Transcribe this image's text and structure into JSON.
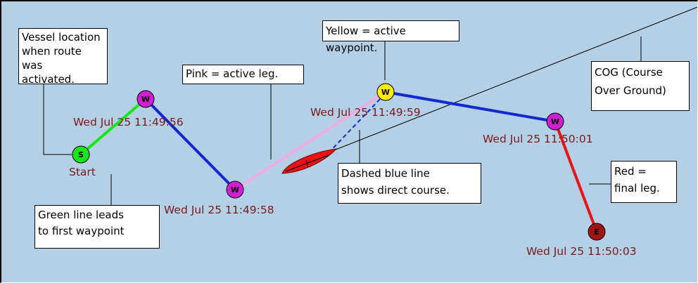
{
  "colors": {
    "water": "#b4d0e6",
    "start_waypoint": "#19e619",
    "waypoint": "#d21ed2",
    "active_waypoint": "#ffeb0a",
    "end_waypoint": "#a01414",
    "green_leg": "#19e619",
    "blue_leg": "#1428d2",
    "pink_leg": "#f0aae6",
    "red_leg": "#e61414",
    "timestamp_text": "#7a1a1a",
    "vessel": "#e61414"
  },
  "waypoints": [
    {
      "letter": "S",
      "role": "start",
      "label": "Start"
    },
    {
      "letter": "W",
      "role": "waypoint",
      "label": "Wed Jul 25 11:49:56"
    },
    {
      "letter": "W",
      "role": "waypoint",
      "label": "Wed Jul 25 11:49:58"
    },
    {
      "letter": "W",
      "role": "active",
      "label": "Wed Jul 25 11:49:59"
    },
    {
      "letter": "W",
      "role": "waypoint",
      "label": "Wed Jul 25 11:50:01"
    },
    {
      "letter": "E",
      "role": "end",
      "label": "Wed Jul 25 11:50:03"
    }
  ],
  "callouts": {
    "vessel_location": "Vessel location\nwhen route was\nactivated.",
    "green_line": "Green line leads\nto first waypoint",
    "pink": "Pink = active leg.",
    "yellow": "Yellow = active waypoint.",
    "dashed": "Dashed blue line\nshows direct course.",
    "cog": "COG (Course\nOver Ground)",
    "red": "Red =\nfinal leg."
  },
  "icons": [
    "vessel-icon",
    "waypoint-marker"
  ]
}
